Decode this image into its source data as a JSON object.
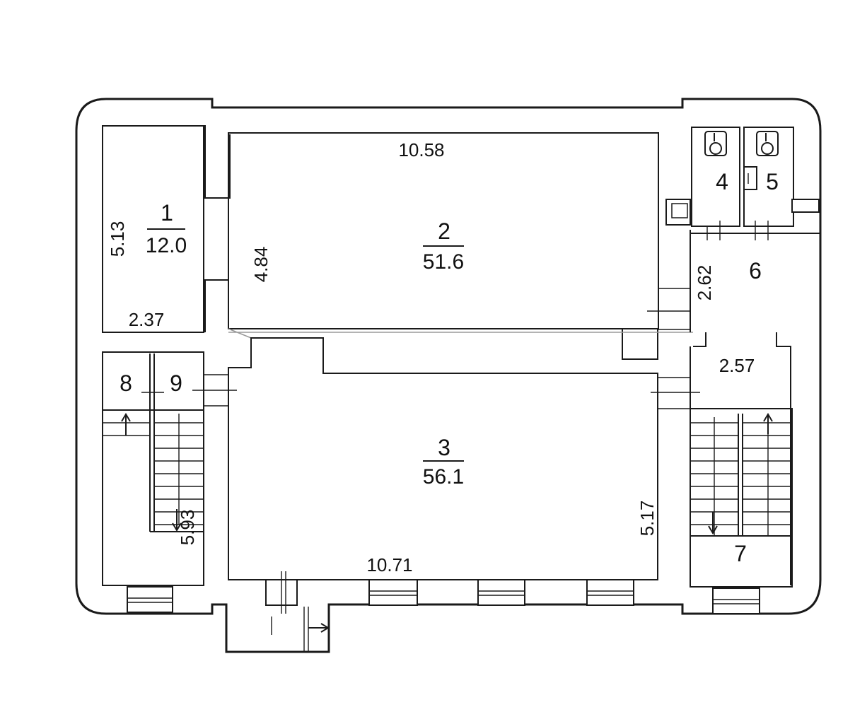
{
  "rooms": [
    {
      "number": "1",
      "area": "12.0"
    },
    {
      "number": "2",
      "area": "51.6"
    },
    {
      "number": "3",
      "area": "56.1"
    },
    {
      "number": "4"
    },
    {
      "number": "5"
    },
    {
      "number": "6"
    },
    {
      "number": "7"
    },
    {
      "number": "8"
    },
    {
      "number": "9"
    }
  ],
  "dimensions": {
    "room1_height": "5.13",
    "room1_width": "2.37",
    "room2_width": "10.58",
    "room2_height": "4.84",
    "corridor_height": "2.62",
    "corridor_width": "2.57",
    "room3_width": "10.71",
    "room3_height": "5.17",
    "stair_left_height": "5.93"
  }
}
